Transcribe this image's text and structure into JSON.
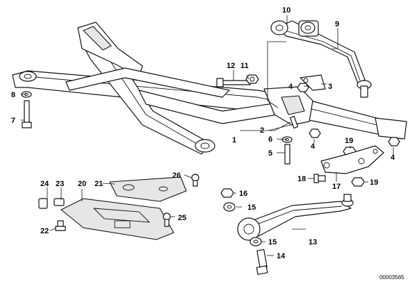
{
  "diagram": {
    "reference_number": "00003565",
    "callouts": {
      "c1": "1",
      "c2": "2",
      "c3": "3",
      "c4a": "4",
      "c4b": "4",
      "c4c": "4",
      "c5": "5",
      "c6": "6",
      "c7": "7",
      "c8": "8",
      "c9": "9",
      "c10": "10",
      "c11": "11",
      "c12": "12",
      "c13": "13",
      "c14": "14",
      "c15a": "15",
      "c15b": "15",
      "c16": "16",
      "c17": "17",
      "c18": "18",
      "c19a": "19",
      "c19b": "19",
      "c20": "20",
      "c21": "21",
      "c22": "22",
      "c23": "23",
      "c24": "24",
      "c25": "25",
      "c26": "26"
    }
  }
}
